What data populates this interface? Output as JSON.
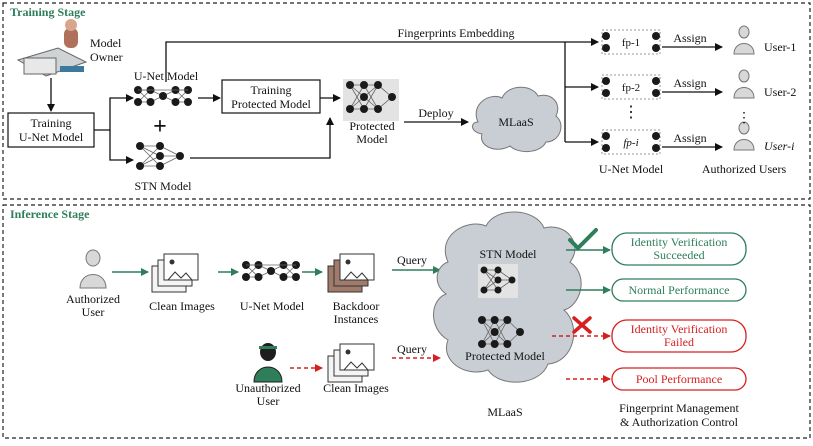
{
  "training": {
    "stage_title": "Training Stage",
    "owner_label_1": "Model",
    "owner_label_2": "Owner",
    "train_unet_line1": "Training",
    "train_unet_line2": "U-Net Model",
    "unet_label": "U-Net Model",
    "plus": "+",
    "stn_label": "STN Model",
    "train_protected_line1": "Training",
    "train_protected_line2": "Protected Model",
    "protected_line1": "Protected",
    "protected_line2": "Model",
    "deploy": "Deploy",
    "mlaas": "MLaaS",
    "embedding": "Fingerprints Embedding",
    "fingerprints": [
      "fp-1",
      "fp-2",
      "fp-i"
    ],
    "assign": "Assign",
    "users": [
      "User-1",
      "User-2",
      "User-i"
    ],
    "unet_bottom_label": "U-Net Model",
    "authorized_users": "Authorized Users"
  },
  "inference": {
    "stage_title": "Inference Stage",
    "auth_user_1": "Authorized",
    "auth_user_2": "User",
    "clean_images": "Clean Images",
    "unet_label": "U-Net Model",
    "backdoor_1": "Backdoor",
    "backdoor_2": "Instances",
    "query": "Query",
    "stn_model": "STN Model",
    "protected_model": "Protected Model",
    "mlaas": "MLaaS",
    "unauth_user_1": "Unauthorized",
    "unauth_user_2": "User",
    "clean_images_2": "Clean Images",
    "query_2": "Query",
    "outcome_success_1": "Identity Verification",
    "outcome_success_2": "Succeeded",
    "outcome_normal": "Normal Performance",
    "outcome_fail_1": "Identity Verification",
    "outcome_fail_2": "Failed",
    "outcome_poor": "Pool Performance",
    "footer_1": "Fingerprint Management",
    "footer_2": "& Authorization Control"
  },
  "colors": {
    "green": "#2e7d5b",
    "red": "#d62020",
    "cloud": "#c9ced4",
    "node": "#1a1a1a"
  }
}
